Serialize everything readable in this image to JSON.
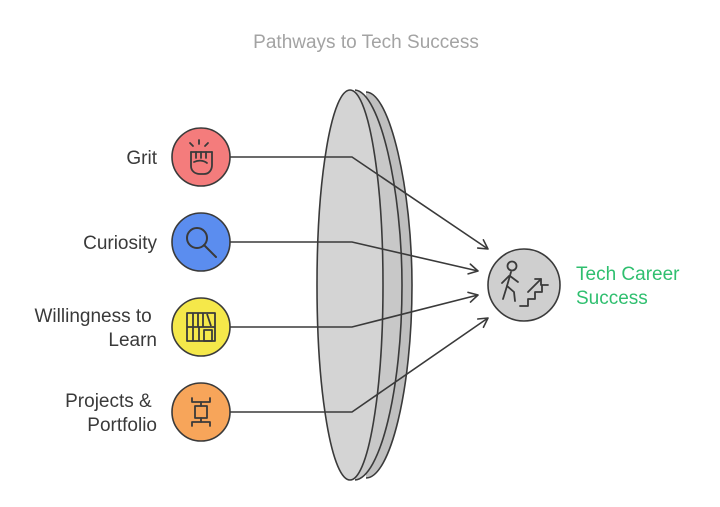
{
  "title": "Pathways to Tech Success",
  "inputs": [
    {
      "lines": [
        "Grit"
      ],
      "icon": "fist-icon",
      "color": "#f47c7c"
    },
    {
      "lines": [
        "Curiosity"
      ],
      "icon": "magnifier-icon",
      "color": "#5b8def"
    },
    {
      "lines": [
        "Willingness to",
        "Learn"
      ],
      "icon": "bookshelf-icon",
      "color": "#f5e84a"
    },
    {
      "lines": [
        "Projects &",
        "Portfolio"
      ],
      "icon": "project-board-icon",
      "color": "#f7a55a"
    }
  ],
  "goal": {
    "lines": [
      "Tech Career",
      "Success"
    ],
    "icon": "climbing-stairs-icon",
    "color": "#cfcfcf",
    "label_color": "#2fbf6f"
  },
  "lens": {
    "name": "lens",
    "color": "#d4d4d4"
  }
}
